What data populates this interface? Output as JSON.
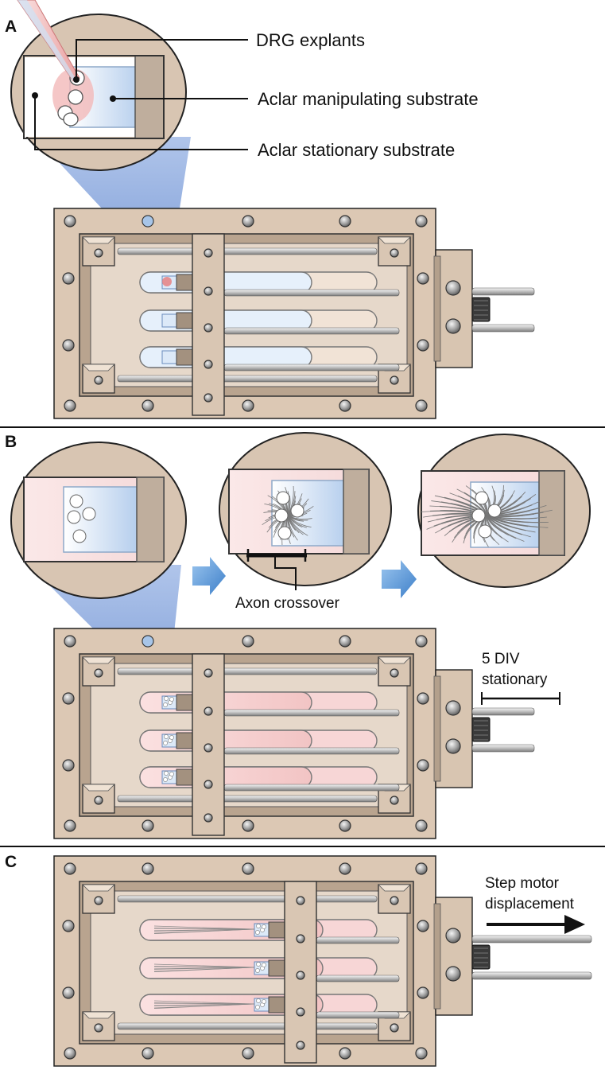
{
  "panels": {
    "a": {
      "letter": "A",
      "labels": {
        "drg_explants": "DRG explants",
        "manipulating": "Aclar manipulating substrate",
        "stationary": "Aclar stationary substrate"
      }
    },
    "b": {
      "letter": "B",
      "labels": {
        "axon_crossover": "Axon crossover",
        "div_line1": "5 DIV",
        "div_line2": "stationary"
      }
    },
    "c": {
      "letter": "C",
      "labels": {
        "motor_line1": "Step motor",
        "motor_line2": "displacement"
      }
    }
  },
  "colors": {
    "frame": "#dcc8b4",
    "frame_dark": "#a8927e",
    "channel_blue": "#e6f0fb",
    "channel_pink": "#f7d6d6",
    "arrow_blue": "#5b9bd5",
    "explant_highlight": "#e77a7a"
  },
  "icons": [
    "step-motor-icon",
    "pipette-icon",
    "flow-arrow-icon"
  ]
}
